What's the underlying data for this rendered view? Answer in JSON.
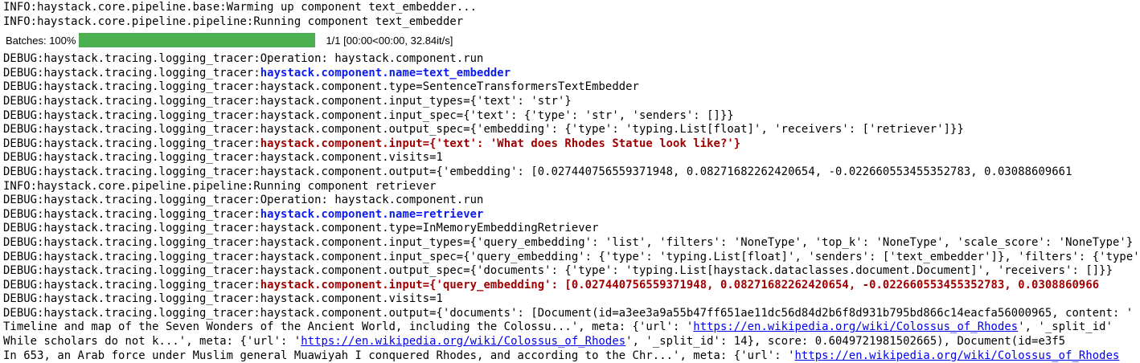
{
  "progress": {
    "label": "Batches: 100%",
    "stats": "1/1 [00:00<00:00, 32.84it/s]",
    "percent": 100,
    "bar_color": "#4caf50"
  },
  "colors": {
    "component_name_highlight": "#0a1af0",
    "component_input_highlight": "#a00000",
    "link": "#0000ee"
  },
  "log_top": [
    [
      {
        "t": "INFO:haystack.core.pipeline.base:Warming up component text_embedder..."
      }
    ],
    [
      {
        "t": "INFO:haystack.core.pipeline.pipeline:Running component text_embedder"
      }
    ]
  ],
  "log_main": [
    [
      {
        "t": "DEBUG:haystack.tracing.logging_tracer:Operation: haystack.component.run"
      }
    ],
    [
      {
        "t": "DEBUG:haystack.tracing.logging_tracer:"
      },
      {
        "t": "haystack.component.name=text_embedder",
        "s": "b"
      }
    ],
    [
      {
        "t": "DEBUG:haystack.tracing.logging_tracer:haystack.component.type=SentenceTransformersTextEmbedder"
      }
    ],
    [
      {
        "t": "DEBUG:haystack.tracing.logging_tracer:haystack.component.input_types={'text': 'str'}"
      }
    ],
    [
      {
        "t": "DEBUG:haystack.tracing.logging_tracer:haystack.component.input_spec={'text': {'type': 'str', 'senders': []}}"
      }
    ],
    [
      {
        "t": "DEBUG:haystack.tracing.logging_tracer:haystack.component.output_spec={'embedding': {'type': 'typing.List[float]', 'receivers': ['retriever']}}"
      }
    ],
    [
      {
        "t": "DEBUG:haystack.tracing.logging_tracer:"
      },
      {
        "t": "haystack.component.input={'text': 'What does Rhodes Statue look like?'}",
        "s": "r"
      }
    ],
    [
      {
        "t": "DEBUG:haystack.tracing.logging_tracer:haystack.component.visits=1"
      }
    ],
    [
      {
        "t": "DEBUG:haystack.tracing.logging_tracer:haystack.component.output={'embedding': [0.027440756559371948, 0.08271682262420654, -0.022660553455352783, 0.03088609661"
      }
    ],
    [
      {
        "t": "INFO:haystack.core.pipeline.pipeline:Running component retriever"
      }
    ],
    [
      {
        "t": "DEBUG:haystack.tracing.logging_tracer:Operation: haystack.component.run"
      }
    ],
    [
      {
        "t": "DEBUG:haystack.tracing.logging_tracer:"
      },
      {
        "t": "haystack.component.name=retriever",
        "s": "b"
      }
    ],
    [
      {
        "t": "DEBUG:haystack.tracing.logging_tracer:haystack.component.type=InMemoryEmbeddingRetriever"
      }
    ],
    [
      {
        "t": "DEBUG:haystack.tracing.logging_tracer:haystack.component.input_types={'query_embedding': 'list', 'filters': 'NoneType', 'top_k': 'NoneType', 'scale_score': 'NoneType'}"
      }
    ],
    [
      {
        "t": "DEBUG:haystack.tracing.logging_tracer:haystack.component.input_spec={'query_embedding': {'type': 'typing.List[float]', 'senders': ['text_embedder']}, 'filters': {'type'"
      }
    ],
    [
      {
        "t": "DEBUG:haystack.tracing.logging_tracer:haystack.component.output_spec={'documents': {'type': 'typing.List[haystack.dataclasses.document.Document]', 'receivers': []}}"
      }
    ],
    [
      {
        "t": "DEBUG:haystack.tracing.logging_tracer:"
      },
      {
        "t": "haystack.component.input={'query_embedding': [0.027440756559371948, 0.08271682262420654, -0.022660553455352783, 0.0308860966",
        "s": "r"
      }
    ],
    [
      {
        "t": "DEBUG:haystack.tracing.logging_tracer:haystack.component.visits=1"
      }
    ],
    [
      {
        "t": "DEBUG:haystack.tracing.logging_tracer:haystack.component.output={'documents': [Document(id=a3ee3a9a55b47ff651ae11dc56d84d2b6f8d931b795bd866c14eacfa56000965, content: '"
      }
    ],
    [
      {
        "t": "Timeline and map of the Seven Wonders of the Ancient World, including the Colossu...', meta: {'url': '"
      },
      {
        "t": "https://en.wikipedia.org/wiki/Colossus_of_Rhodes",
        "s": "a"
      },
      {
        "t": "', '_split_id'"
      }
    ],
    [
      {
        "t": "While scholars do not k...', meta: {'url': '"
      },
      {
        "t": "https://en.wikipedia.org/wiki/Colossus_of_Rhodes",
        "s": "a"
      },
      {
        "t": "', '_split_id': 14}, score: 0.6049721981502665), Document(id=e3f5"
      }
    ],
    [
      {
        "t": "In 653, an Arab force under Muslim general Muawiyah I conquered Rhodes, and according to the Chr...', meta: {'url': '"
      },
      {
        "t": "https://en.wikipedia.org/wiki/Colossus_of_Rhodes",
        "s": "a"
      }
    ]
  ]
}
